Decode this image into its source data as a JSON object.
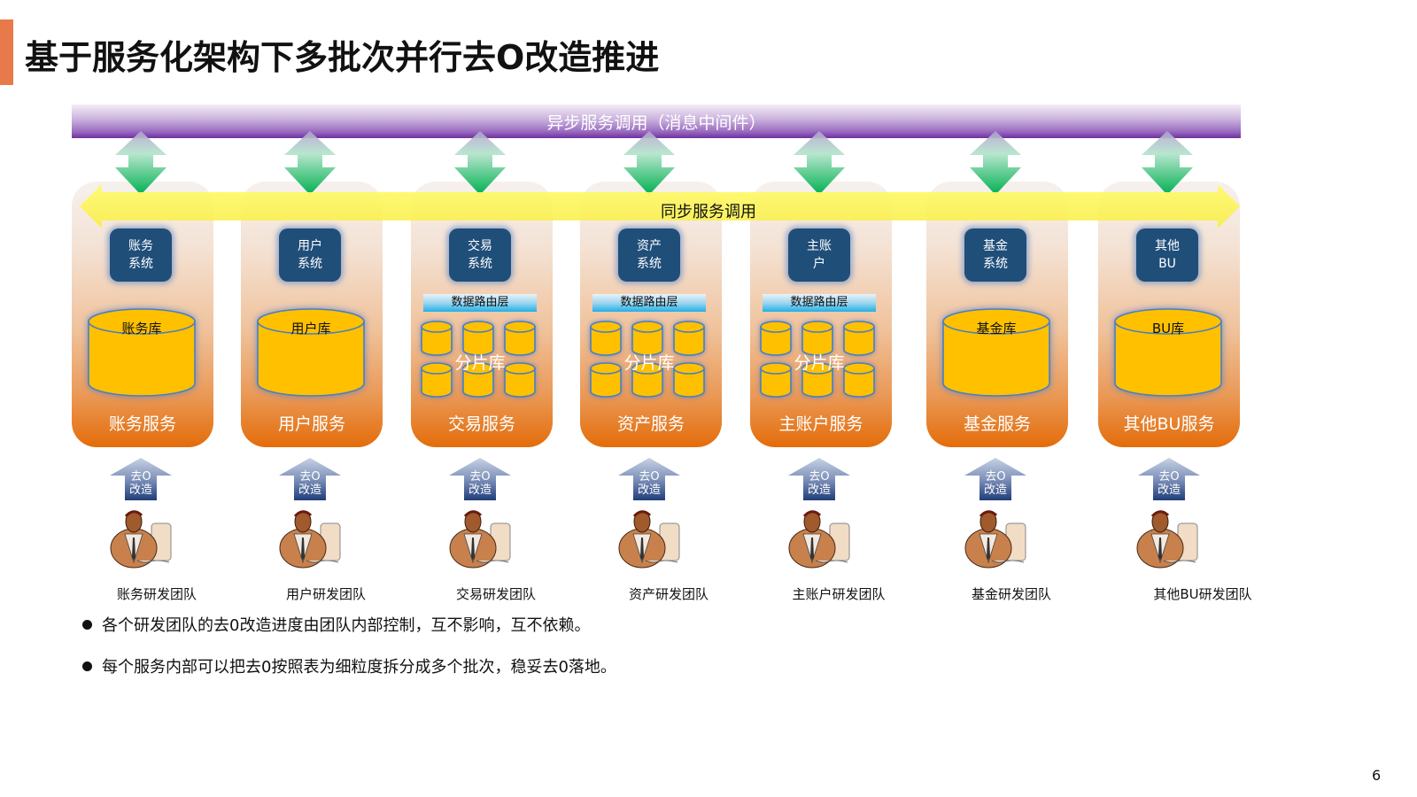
{
  "title": "基于服务化架构下多批次并行去O改造推进",
  "async_bus": {
    "label": "异步服务调用（消息中间件）"
  },
  "sync_bus": {
    "label": "同步服务调用"
  },
  "colors": {
    "accent": "#E8794A",
    "async_bus": "#7030A0",
    "sync_bus": "#FFFF66",
    "service_bottom": "#E46C0A",
    "system_box": "#1F4E79",
    "database": "#FFC000",
    "router": "#1FB0E8",
    "migrate_arrow": "#1F3D7A"
  },
  "services": [
    {
      "system": [
        "账务",
        "系统"
      ],
      "name": "账务服务",
      "db_type": "single",
      "db_label": "账务库",
      "team": "账务研发团队"
    },
    {
      "system": [
        "用户",
        "系统"
      ],
      "name": "用户服务",
      "db_type": "single",
      "db_label": "用户库",
      "team": "用户研发团队"
    },
    {
      "system": [
        "交易",
        "系统"
      ],
      "name": "交易服务",
      "db_type": "sharded",
      "router": "数据路由层",
      "db_label": "分片库",
      "team": "交易研发团队"
    },
    {
      "system": [
        "资产",
        "系统"
      ],
      "name": "资产服务",
      "db_type": "sharded",
      "router": "数据路由层",
      "db_label": "分片库",
      "team": "资产研发团队"
    },
    {
      "system": [
        "主账",
        "户"
      ],
      "name": "主账户服务",
      "db_type": "sharded",
      "router": "数据路由层",
      "db_label": "分片库",
      "team": "主账户研发团队"
    },
    {
      "system": [
        "基金",
        "系统"
      ],
      "name": "基金服务",
      "db_type": "single",
      "db_label": "基金库",
      "team": "基金研发团队"
    },
    {
      "system": [
        "其他",
        "BU"
      ],
      "name": "其他BU服务",
      "db_type": "single",
      "db_label": "BU库",
      "team": "其他BU研发团队"
    }
  ],
  "migration_arrow": {
    "line1": "去O",
    "line2": "改造"
  },
  "bullets": [
    "各个研发团队的去0改造进度由团队内部控制，互不影响，互不依赖。",
    "每个服务内部可以把去0按照表为细粒度拆分成多个批次，稳妥去0落地。"
  ],
  "page_number": "6"
}
